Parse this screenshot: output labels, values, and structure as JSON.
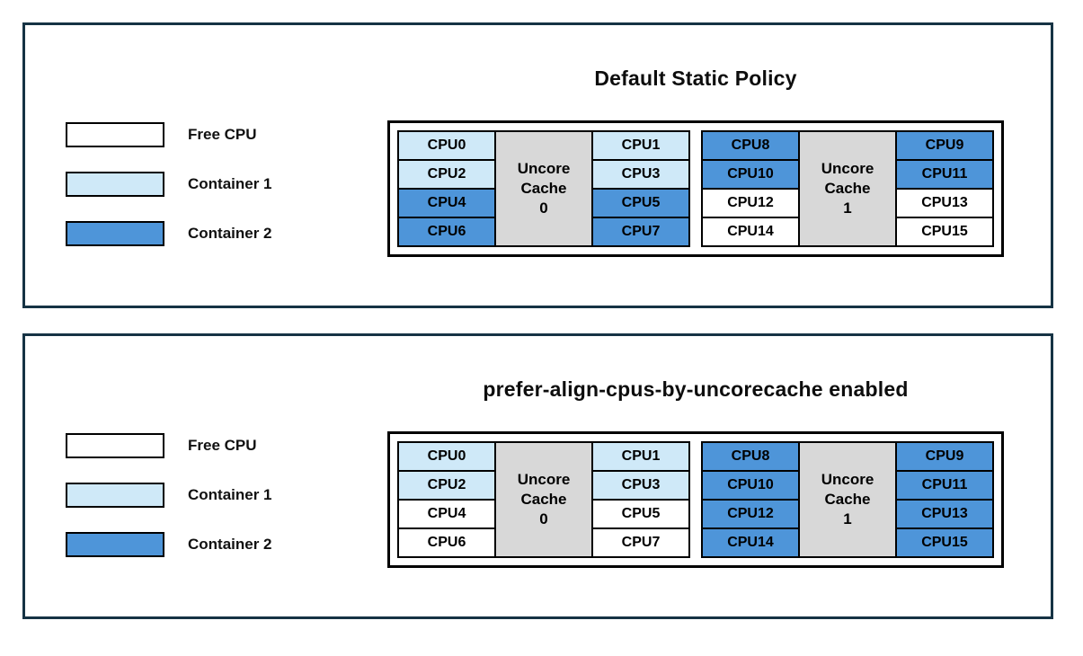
{
  "colors": {
    "free": "#ffffff",
    "c1": "#cfe9f8",
    "c2": "#4e95d9",
    "cache": "#d8d8d8",
    "panel-border": "#163344"
  },
  "panels": [
    {
      "title": "Default Static Policy",
      "legend": [
        {
          "label": "Free CPU",
          "state": "free"
        },
        {
          "label": "Container 1",
          "state": "c1"
        },
        {
          "label": "Container 2",
          "state": "c2"
        }
      ],
      "groups": [
        {
          "cache_lines": [
            "Uncore",
            "Cache",
            "0"
          ],
          "left": [
            {
              "label": "CPU0",
              "state": "c1"
            },
            {
              "label": "CPU2",
              "state": "c1"
            },
            {
              "label": "CPU4",
              "state": "c2"
            },
            {
              "label": "CPU6",
              "state": "c2"
            }
          ],
          "right": [
            {
              "label": "CPU1",
              "state": "c1"
            },
            {
              "label": "CPU3",
              "state": "c1"
            },
            {
              "label": "CPU5",
              "state": "c2"
            },
            {
              "label": "CPU7",
              "state": "c2"
            }
          ]
        },
        {
          "cache_lines": [
            "Uncore",
            "Cache",
            "1"
          ],
          "left": [
            {
              "label": "CPU8",
              "state": "c2"
            },
            {
              "label": "CPU10",
              "state": "c2"
            },
            {
              "label": "CPU12",
              "state": "free"
            },
            {
              "label": "CPU14",
              "state": "free"
            }
          ],
          "right": [
            {
              "label": "CPU9",
              "state": "c2"
            },
            {
              "label": "CPU11",
              "state": "c2"
            },
            {
              "label": "CPU13",
              "state": "free"
            },
            {
              "label": "CPU15",
              "state": "free"
            }
          ]
        }
      ]
    },
    {
      "title": "prefer-align-cpus-by-uncorecache enabled",
      "legend": [
        {
          "label": "Free CPU",
          "state": "free"
        },
        {
          "label": "Container 1",
          "state": "c1"
        },
        {
          "label": "Container 2",
          "state": "c2"
        }
      ],
      "groups": [
        {
          "cache_lines": [
            "Uncore",
            "Cache",
            "0"
          ],
          "left": [
            {
              "label": "CPU0",
              "state": "c1"
            },
            {
              "label": "CPU2",
              "state": "c1"
            },
            {
              "label": "CPU4",
              "state": "free"
            },
            {
              "label": "CPU6",
              "state": "free"
            }
          ],
          "right": [
            {
              "label": "CPU1",
              "state": "c1"
            },
            {
              "label": "CPU3",
              "state": "c1"
            },
            {
              "label": "CPU5",
              "state": "free"
            },
            {
              "label": "CPU7",
              "state": "free"
            }
          ]
        },
        {
          "cache_lines": [
            "Uncore",
            "Cache",
            "1"
          ],
          "left": [
            {
              "label": "CPU8",
              "state": "c2"
            },
            {
              "label": "CPU10",
              "state": "c2"
            },
            {
              "label": "CPU12",
              "state": "c2"
            },
            {
              "label": "CPU14",
              "state": "c2"
            }
          ],
          "right": [
            {
              "label": "CPU9",
              "state": "c2"
            },
            {
              "label": "CPU11",
              "state": "c2"
            },
            {
              "label": "CPU13",
              "state": "c2"
            },
            {
              "label": "CPU15",
              "state": "c2"
            }
          ]
        }
      ]
    }
  ]
}
